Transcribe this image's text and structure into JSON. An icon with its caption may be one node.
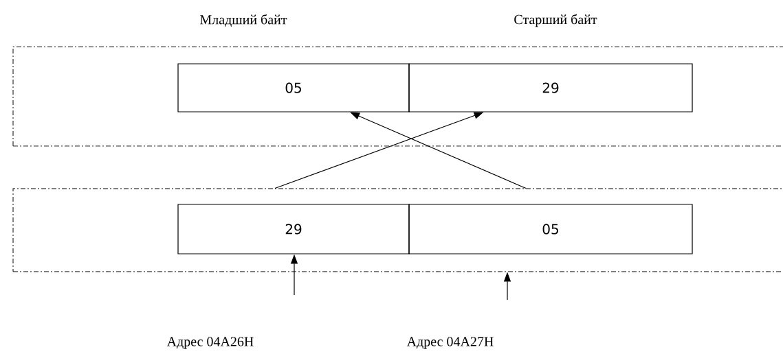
{
  "diagram": {
    "nodes": [
      {
        "text": [],
        "shape": "band"
      },
      {
        "text": [
          "05"
        ],
        "in": 0
      },
      {
        "text": [
          "29"
        ],
        "in": 0
      },
      {
        "text": [],
        "shape": "band"
      },
      {
        "text": [
          "29"
        ],
        "in": 3
      },
      {
        "text": [
          "05"
        ],
        "in": 3
      },
      {
        "text": [
          "Адрес 04A26H"
        ]
      },
      {
        "text": [
          "Адрес 04A27H"
        ]
      }
    ],
    "edges": [
      {
        "from": 3,
        "to": 2,
        "arrow": "to"
      },
      {
        "from": 3,
        "to": 1,
        "arrow": "to"
      },
      {
        "from": null,
        "to": 4,
        "arrow": "to"
      },
      {
        "from": null,
        "to": 3,
        "arrow": "to"
      }
    ],
    "labels": [
      "Младший байт",
      "Старший байт"
    ]
  }
}
